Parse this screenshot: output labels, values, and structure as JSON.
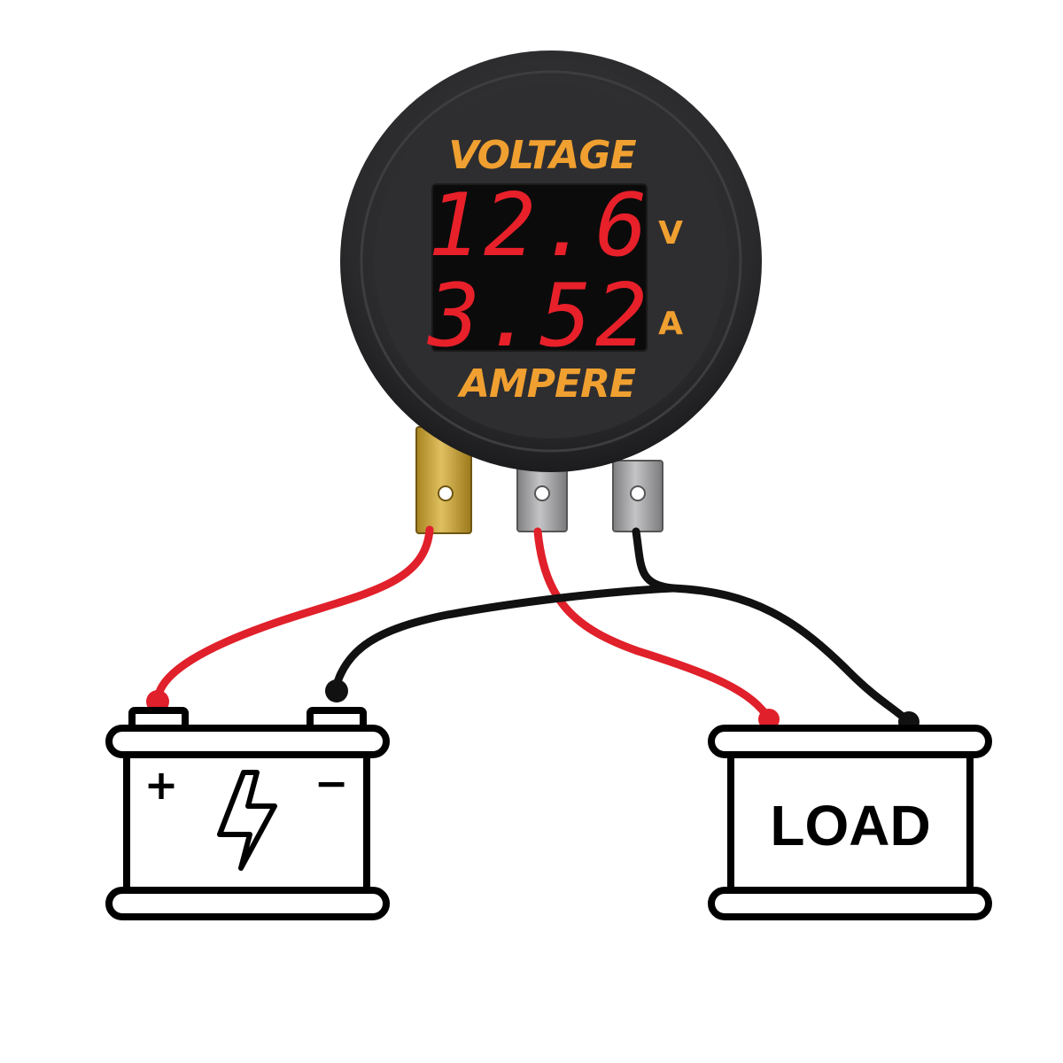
{
  "meter": {
    "label_top": "VOLTAGE",
    "label_bottom": "AMPERE",
    "voltage_reading": "12.6",
    "voltage_unit": "V",
    "current_reading": "3.52",
    "current_unit": "A"
  },
  "battery": {
    "plus_symbol": "+",
    "minus_symbol": "−"
  },
  "load": {
    "label": "LOAD"
  },
  "colors": {
    "bezel": "#2b2b2d",
    "display": "#0b0b0b",
    "digits": "#e8202a",
    "label": "#f0a030",
    "wire_red": "#e0202a",
    "wire_black": "#111111",
    "terminal_brass": "#c8a13a",
    "terminal_steel": "#9a9a9a"
  }
}
